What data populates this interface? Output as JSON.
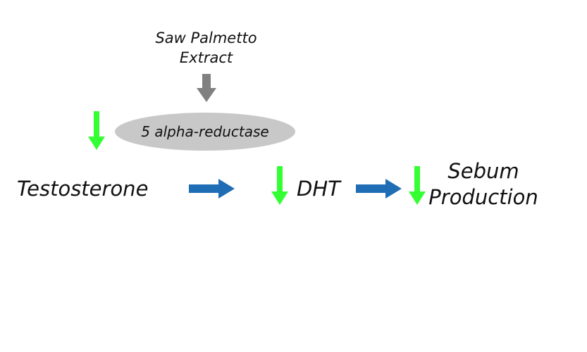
{
  "inhibitor": {
    "line1": "Saw Palmetto",
    "line2": "Extract"
  },
  "enzyme": {
    "label": "5 alpha-reductase"
  },
  "pathway": {
    "testosterone": "Testosterone",
    "dht": "DHT",
    "sebum_line1": "Sebum",
    "sebum_line2": "Production"
  },
  "icons": {
    "inhibitor_arrow": "gray-down-arrow-icon",
    "pathway_arrow": "blue-right-arrow-icon",
    "decrease_indicator": "green-down-arrow-icon"
  },
  "colors": {
    "inhibitor_arrow": "#808080",
    "pathway_arrow": "#1f6db4",
    "decrease_indicator": "#33ff33",
    "enzyme_fill": "#c8c8c8"
  }
}
